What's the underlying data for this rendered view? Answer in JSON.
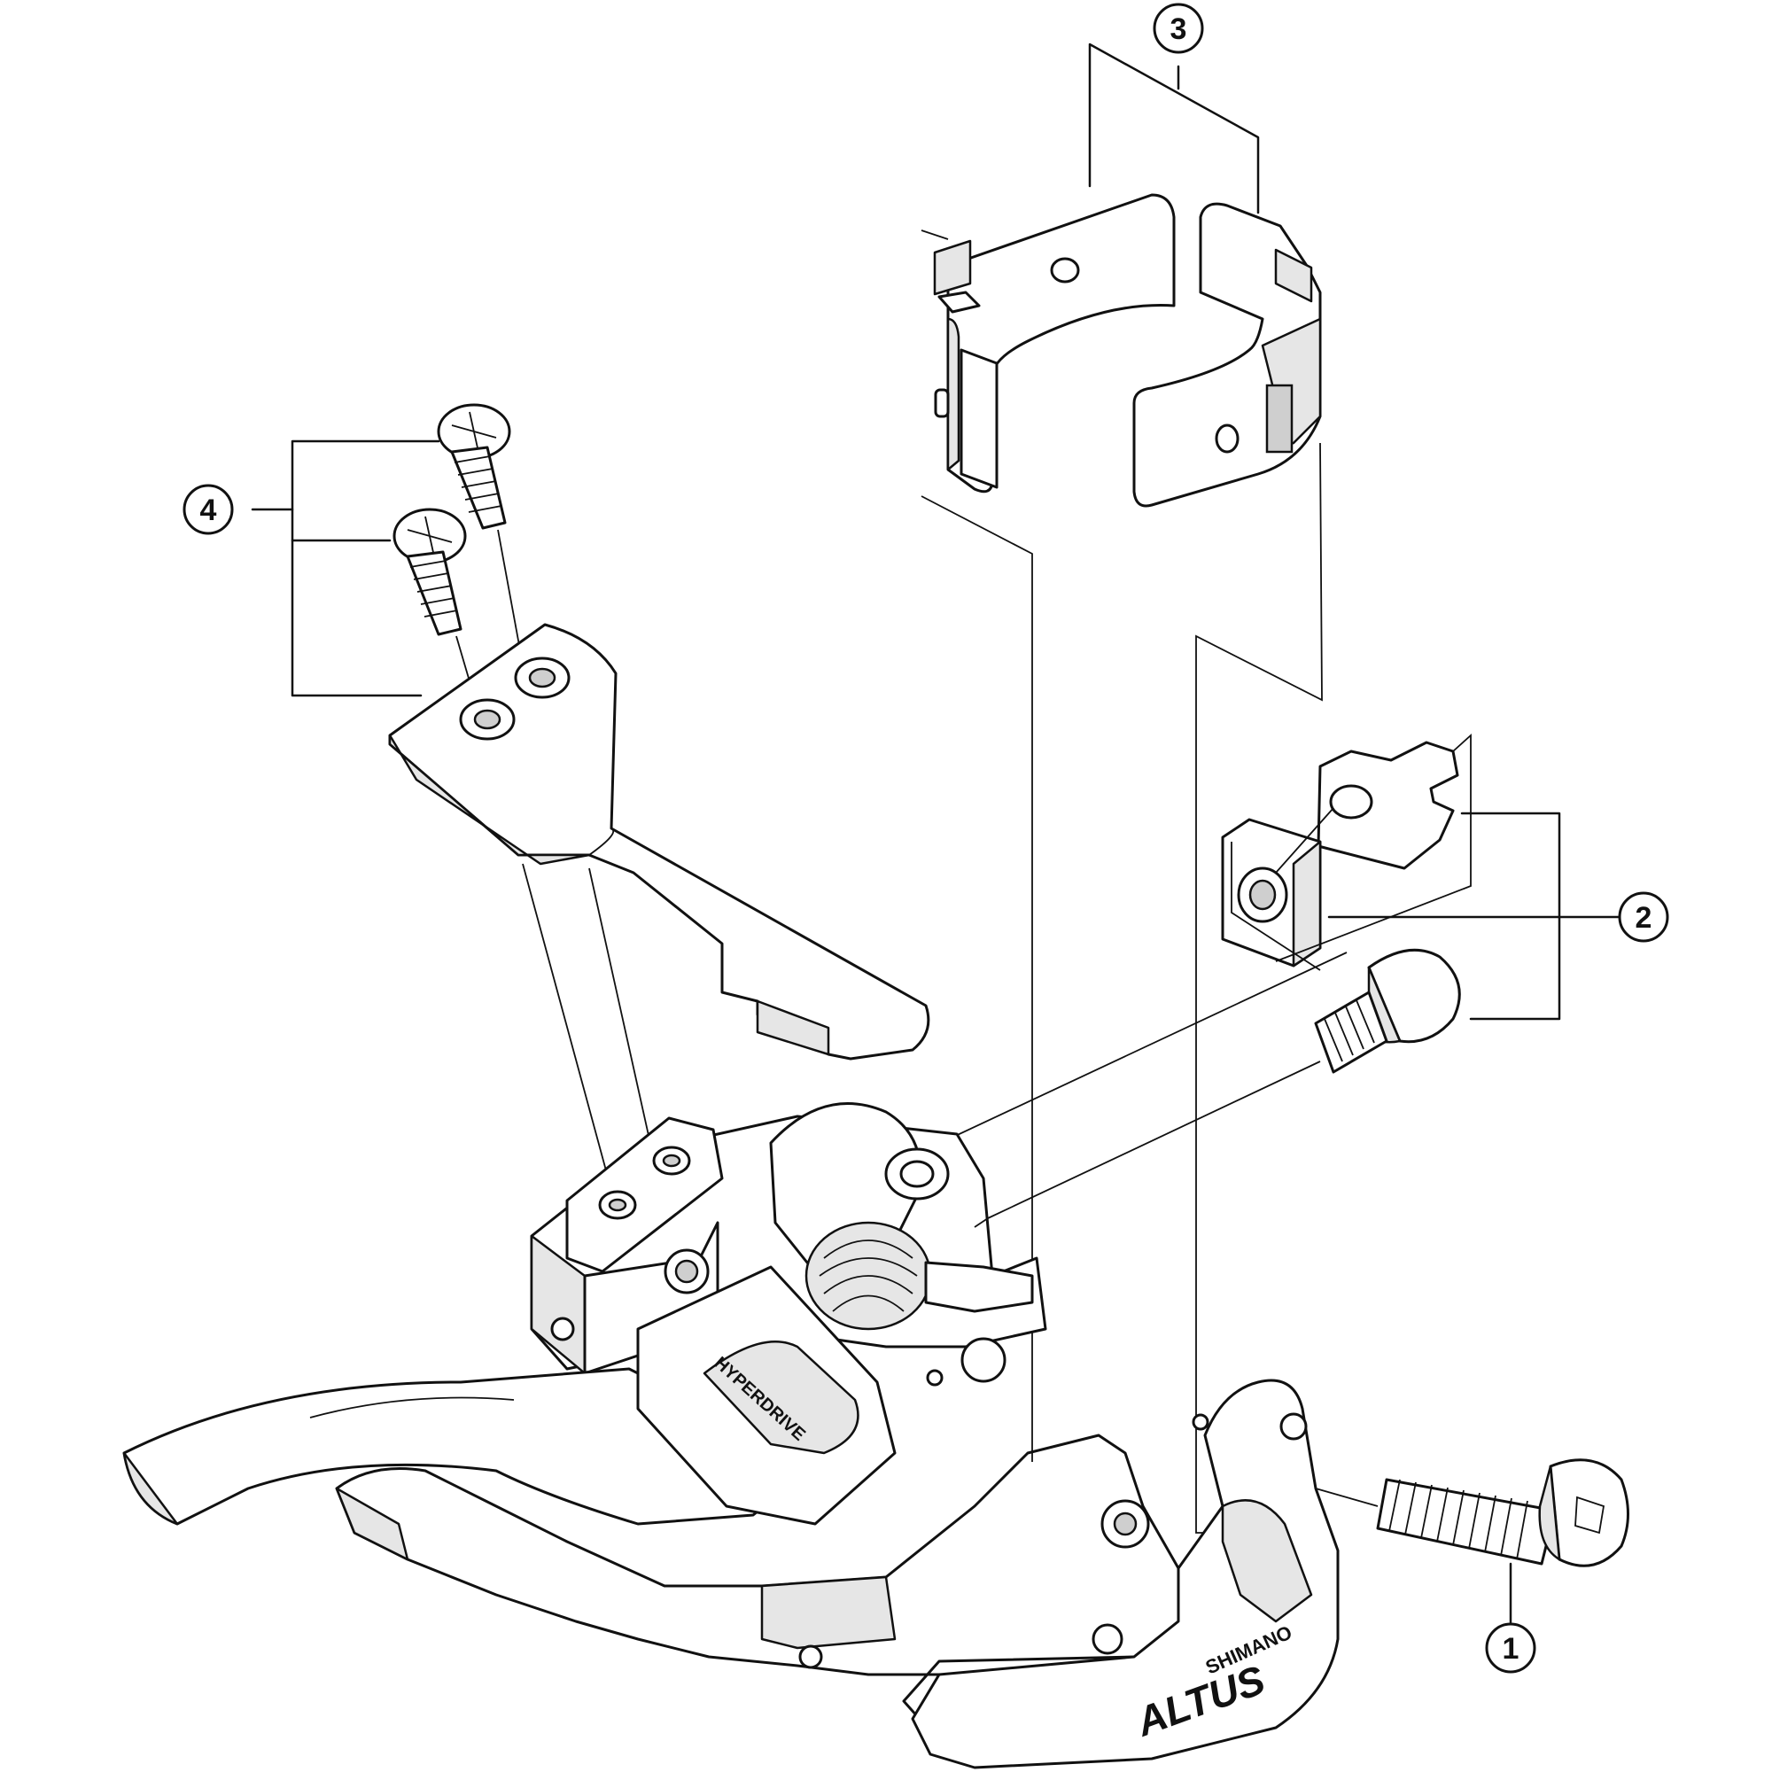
{
  "callouts": {
    "part_1": "1",
    "part_2": "2",
    "part_3": "3",
    "part_4": "4"
  },
  "markings": {
    "plate_text": "HYPERDRIVE",
    "maker": "SHIMANO",
    "model": "ALTUS"
  }
}
